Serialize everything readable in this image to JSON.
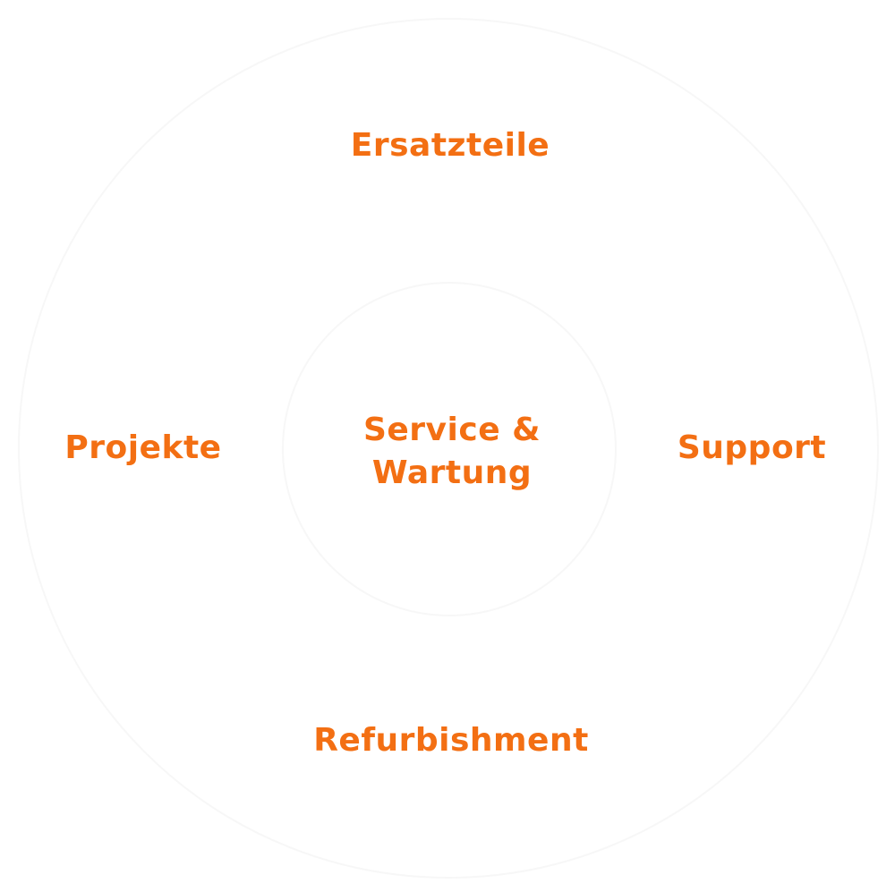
{
  "accent_color": "#f36f13",
  "center": {
    "line1": "Service &",
    "line2": "Wartung"
  },
  "nodes": {
    "top": "Ersatzteile",
    "left": "Projekte",
    "right": "Support",
    "bottom": "Refurbishment"
  }
}
